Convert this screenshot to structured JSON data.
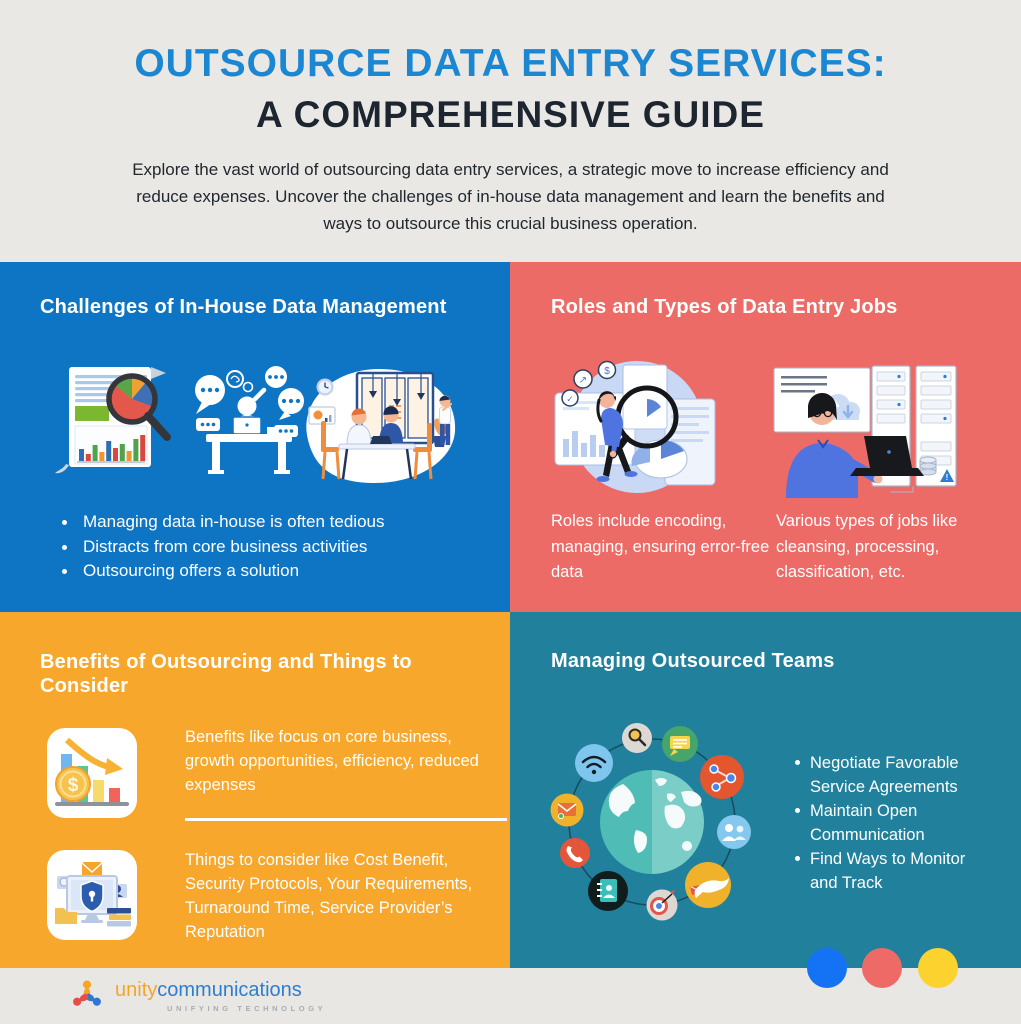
{
  "header": {
    "title_line1": "OUTSOURCE DATA ENTRY SERVICES:",
    "title_line2": "A COMPREHENSIVE GUIDE",
    "description": "Explore the vast world of outsourcing data entry services, a strategic move to increase efficiency and reduce expenses. Uncover the challenges of in-house data management and learn the benefits and ways to outsource this crucial business operation."
  },
  "sections": {
    "challenges": {
      "title": "Challenges of In-House Data Management",
      "bullets": [
        "Managing data in-house is often tedious",
        "Distracts from core business activities",
        "Outsourcing offers a solution"
      ],
      "illustrations": [
        "document-analysis-illustration",
        "overwhelmed-worker-illustration",
        "office-meeting-illustration"
      ],
      "bg_color": "#0e75c5"
    },
    "roles": {
      "title": "Roles and Types of Data Entry Jobs",
      "col1": "Roles include encoding, managing, ensuring error-free data",
      "col2": "Various types of jobs like cleansing, processing, classification, etc.",
      "illustrations": [
        "woman-magnifier-dashboard-illustration",
        "woman-laptop-servers-illustration"
      ],
      "bg_color": "#ed6b67"
    },
    "benefits": {
      "title": "Benefits of Outsourcing and Things to Consider",
      "item1": "Benefits like focus on core business, growth opportunities, efficiency, reduced expenses",
      "item2": "Things to consider like Cost Benefit, Security Protocols, Your Requirements, Turnaround Time, Service Provider’s Reputation",
      "icons": [
        "declining-costs-chart-icon",
        "security-monitor-icon"
      ],
      "bg_color": "#f7a72b"
    },
    "managing": {
      "title": "Managing Outsourced Teams",
      "bullets": [
        "Negotiate Favorable Service Agreements",
        "Maintain Open Communication",
        "Find Ways to Monitor and Track"
      ],
      "illustration": "global-team-network-illustration",
      "ring_icons": [
        {
          "name": "wifi-icon",
          "color": "#7fc6ee"
        },
        {
          "name": "search-icon",
          "color": "#ddd8d2"
        },
        {
          "name": "chat-message-icon",
          "color": "#47a56b"
        },
        {
          "name": "share-network-icon",
          "color": "#e4562e"
        },
        {
          "name": "users-icon",
          "color": "#85c8ef"
        },
        {
          "name": "dove-mail-icon",
          "color": "#f0b22a"
        },
        {
          "name": "target-dart-icon",
          "color": "#ddd8d2"
        },
        {
          "name": "contact-book-icon",
          "color": "#101d1c"
        },
        {
          "name": "phone-icon",
          "color": "#e4563a"
        },
        {
          "name": "envelope-icon",
          "color": "#f0b22a"
        }
      ],
      "bg_color": "#21809c"
    }
  },
  "footer": {
    "brand_first": "unity",
    "brand_second": "communications",
    "tagline": "UNIFYING TECHNOLOGY",
    "dot_colors": [
      "#1473f5",
      "#ed6a66",
      "#fcd22e"
    ]
  },
  "glyphs": {
    "dollar": "$",
    "check": "✓",
    "trend": "↗",
    "warning": "!"
  },
  "palette": {
    "page_bg": "#eae8e5",
    "header_title_blue": "#1b86d1",
    "header_title_dark": "#1d2530",
    "quad_blue": "#0e75c5",
    "quad_coral": "#ed6b67",
    "quad_yellow": "#f7a72b",
    "quad_teal": "#21809c",
    "brand_orange": "#f5a623",
    "brand_blue": "#2d7dd2"
  }
}
